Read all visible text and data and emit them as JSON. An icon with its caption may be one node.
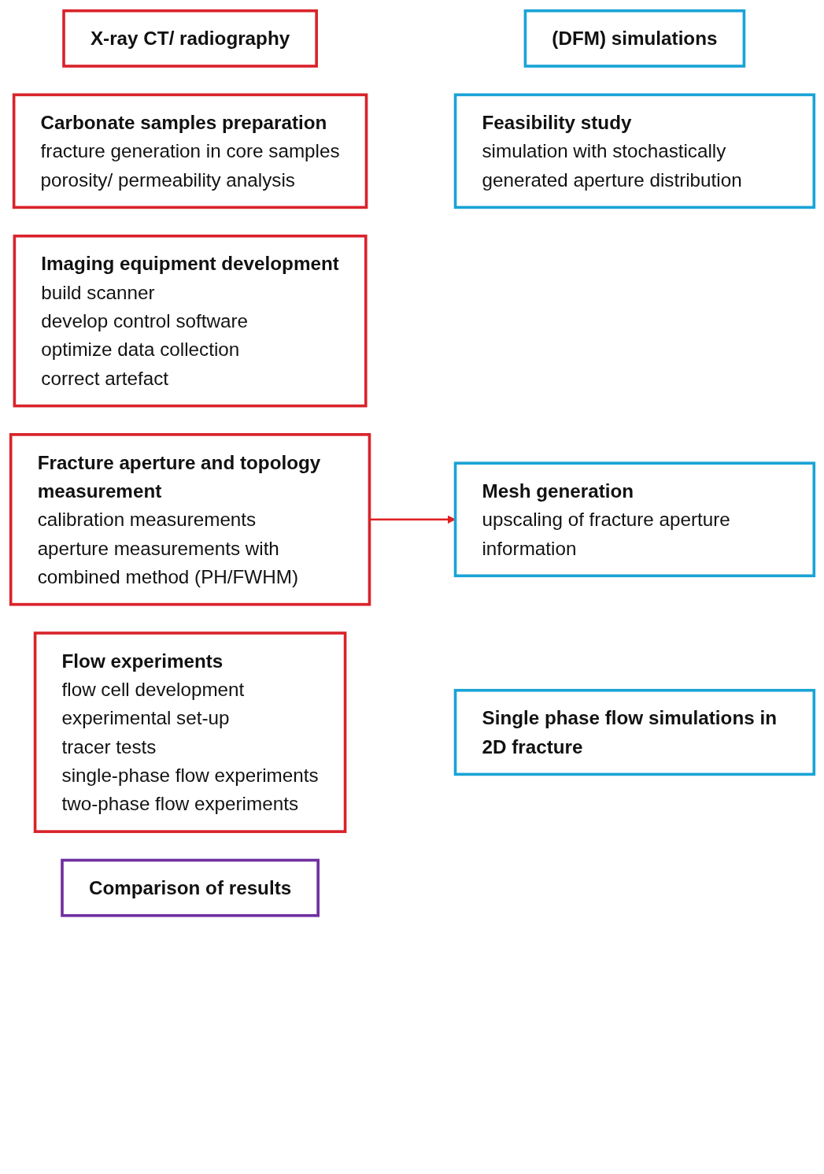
{
  "diagram": {
    "nodes": [
      {
        "text": [
          "X-ray CT/ radiography"
        ]
      },
      {
        "text": [
          "(DFM) simulations"
        ]
      },
      {
        "text": [
          "Carbonate samples preparation",
          "fracture generation in core samples",
          "porosity/ permeability analysis"
        ]
      },
      {
        "text": [
          "Feasibility study",
          "simulation with stochastically generated aperture distribution"
        ]
      },
      {
        "text": [
          "Imaging equipment development",
          "build scanner",
          "develop control software",
          "optimize data collection",
          "correct artefact"
        ]
      },
      {
        "text": [
          "Fracture aperture and topology measurement",
          "calibration measurements",
          "aperture measurements with combined method (PH/FWHM)"
        ]
      },
      {
        "text": [
          "Mesh generation",
          "upscaling of fracture aperture information"
        ]
      },
      {
        "text": [
          "Flow experiments",
          "flow cell development",
          "experimental set-up",
          "tracer tests",
          "single-phase flow experiments",
          "two-phase flow experiments"
        ]
      },
      {
        "text": [
          "Single phase flow simulations in 2D fracture"
        ]
      },
      {
        "text": [
          "Comparison of results"
        ]
      }
    ],
    "edges": [
      {
        "from": 5,
        "to": 6,
        "arrow": "to",
        "color": "#e02020"
      }
    ]
  }
}
